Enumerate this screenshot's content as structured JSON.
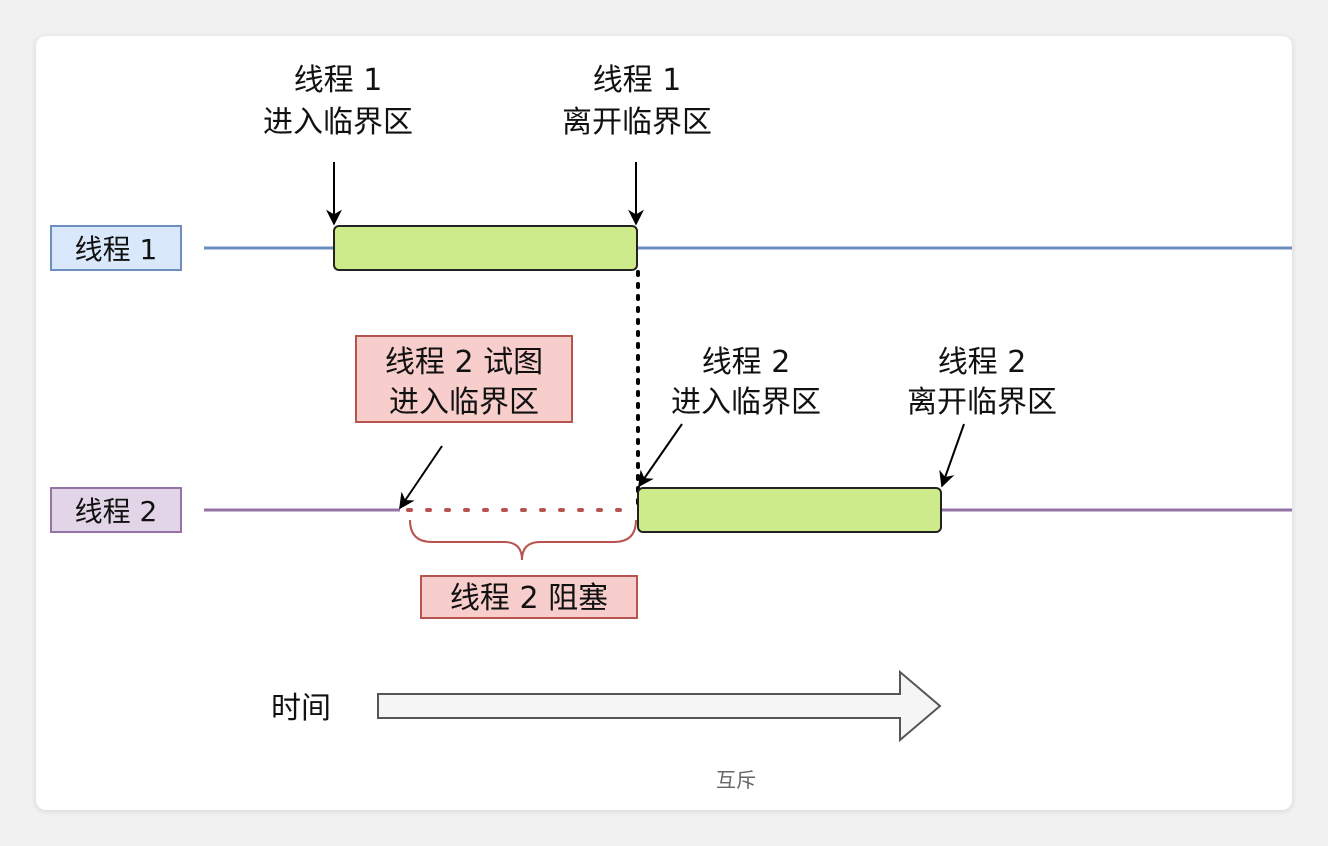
{
  "diagram": {
    "thread1_label": "线程 1",
    "thread2_label": "线程 2",
    "t1_enter_line1": "线程 1",
    "t1_enter_line2": "进入临界区",
    "t1_leave_line1": "线程 1",
    "t1_leave_line2": "离开临界区",
    "t2_try_line1": "线程 2 试图",
    "t2_try_line2": "进入临界区",
    "t2_enter_line1": "线程 2",
    "t2_enter_line2": "进入临界区",
    "t2_leave_line1": "线程 2",
    "t2_leave_line2": "离开临界区",
    "blocked_label": "线程 2 阻塞",
    "time_label": "时间",
    "caption": "互斥"
  },
  "colors": {
    "thread1_line": "#6c8ebf",
    "thread1_label_fill": "#dae8fc",
    "thread2_line": "#9673a6",
    "thread2_label_fill": "#e1d5e7",
    "critical_section_fill": "#cdeb8b",
    "note_fill": "#f8cecc",
    "note_border": "#b85450",
    "blocked_dots": "#b85450",
    "brace": "#b85450",
    "time_arrow_fill": "#f5f5f5"
  }
}
